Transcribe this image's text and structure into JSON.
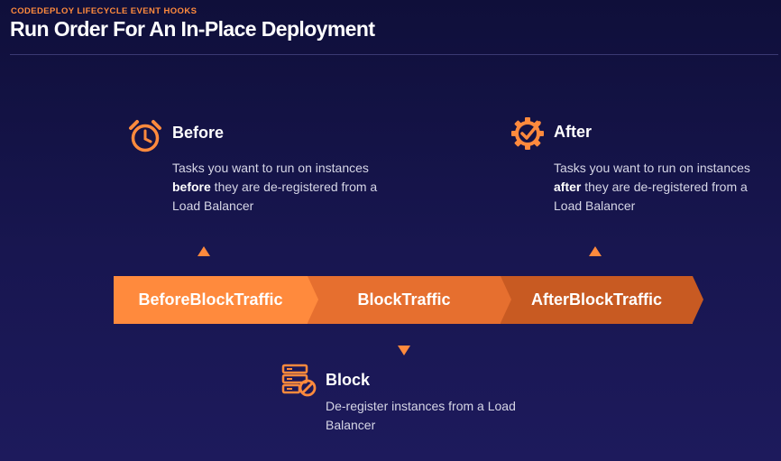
{
  "header": {
    "eyebrow": "CODEDEPLOY LIFECYCLE EVENT HOOKS",
    "title": "Run Order For An In-Place Deployment"
  },
  "before": {
    "icon": "alarm-clock-icon",
    "heading": "Before",
    "desc_pre": "Tasks you want to run on instances ",
    "desc_bold": "before",
    "desc_post": " they are de-registered from a Load Balancer"
  },
  "after": {
    "icon": "gear-check-icon",
    "heading": "After",
    "desc_pre": "Tasks you want to run on instances ",
    "desc_bold": "after",
    "desc_post": " they are de-registered from a Load Balancer"
  },
  "block": {
    "icon": "server-blocked-icon",
    "heading": "Block",
    "desc": "De-register instances from a Load Balancer"
  },
  "pipeline": {
    "step1": "BeforeBlockTraffic",
    "step2": "BlockTraffic",
    "step3": "AfterBlockTraffic"
  },
  "colors": {
    "accent": "#ff8a3d",
    "step1_bg": "#ff8a3d",
    "step2_bg": "#e66f2f",
    "step3_bg": "#c85a22",
    "background": "#181650"
  }
}
